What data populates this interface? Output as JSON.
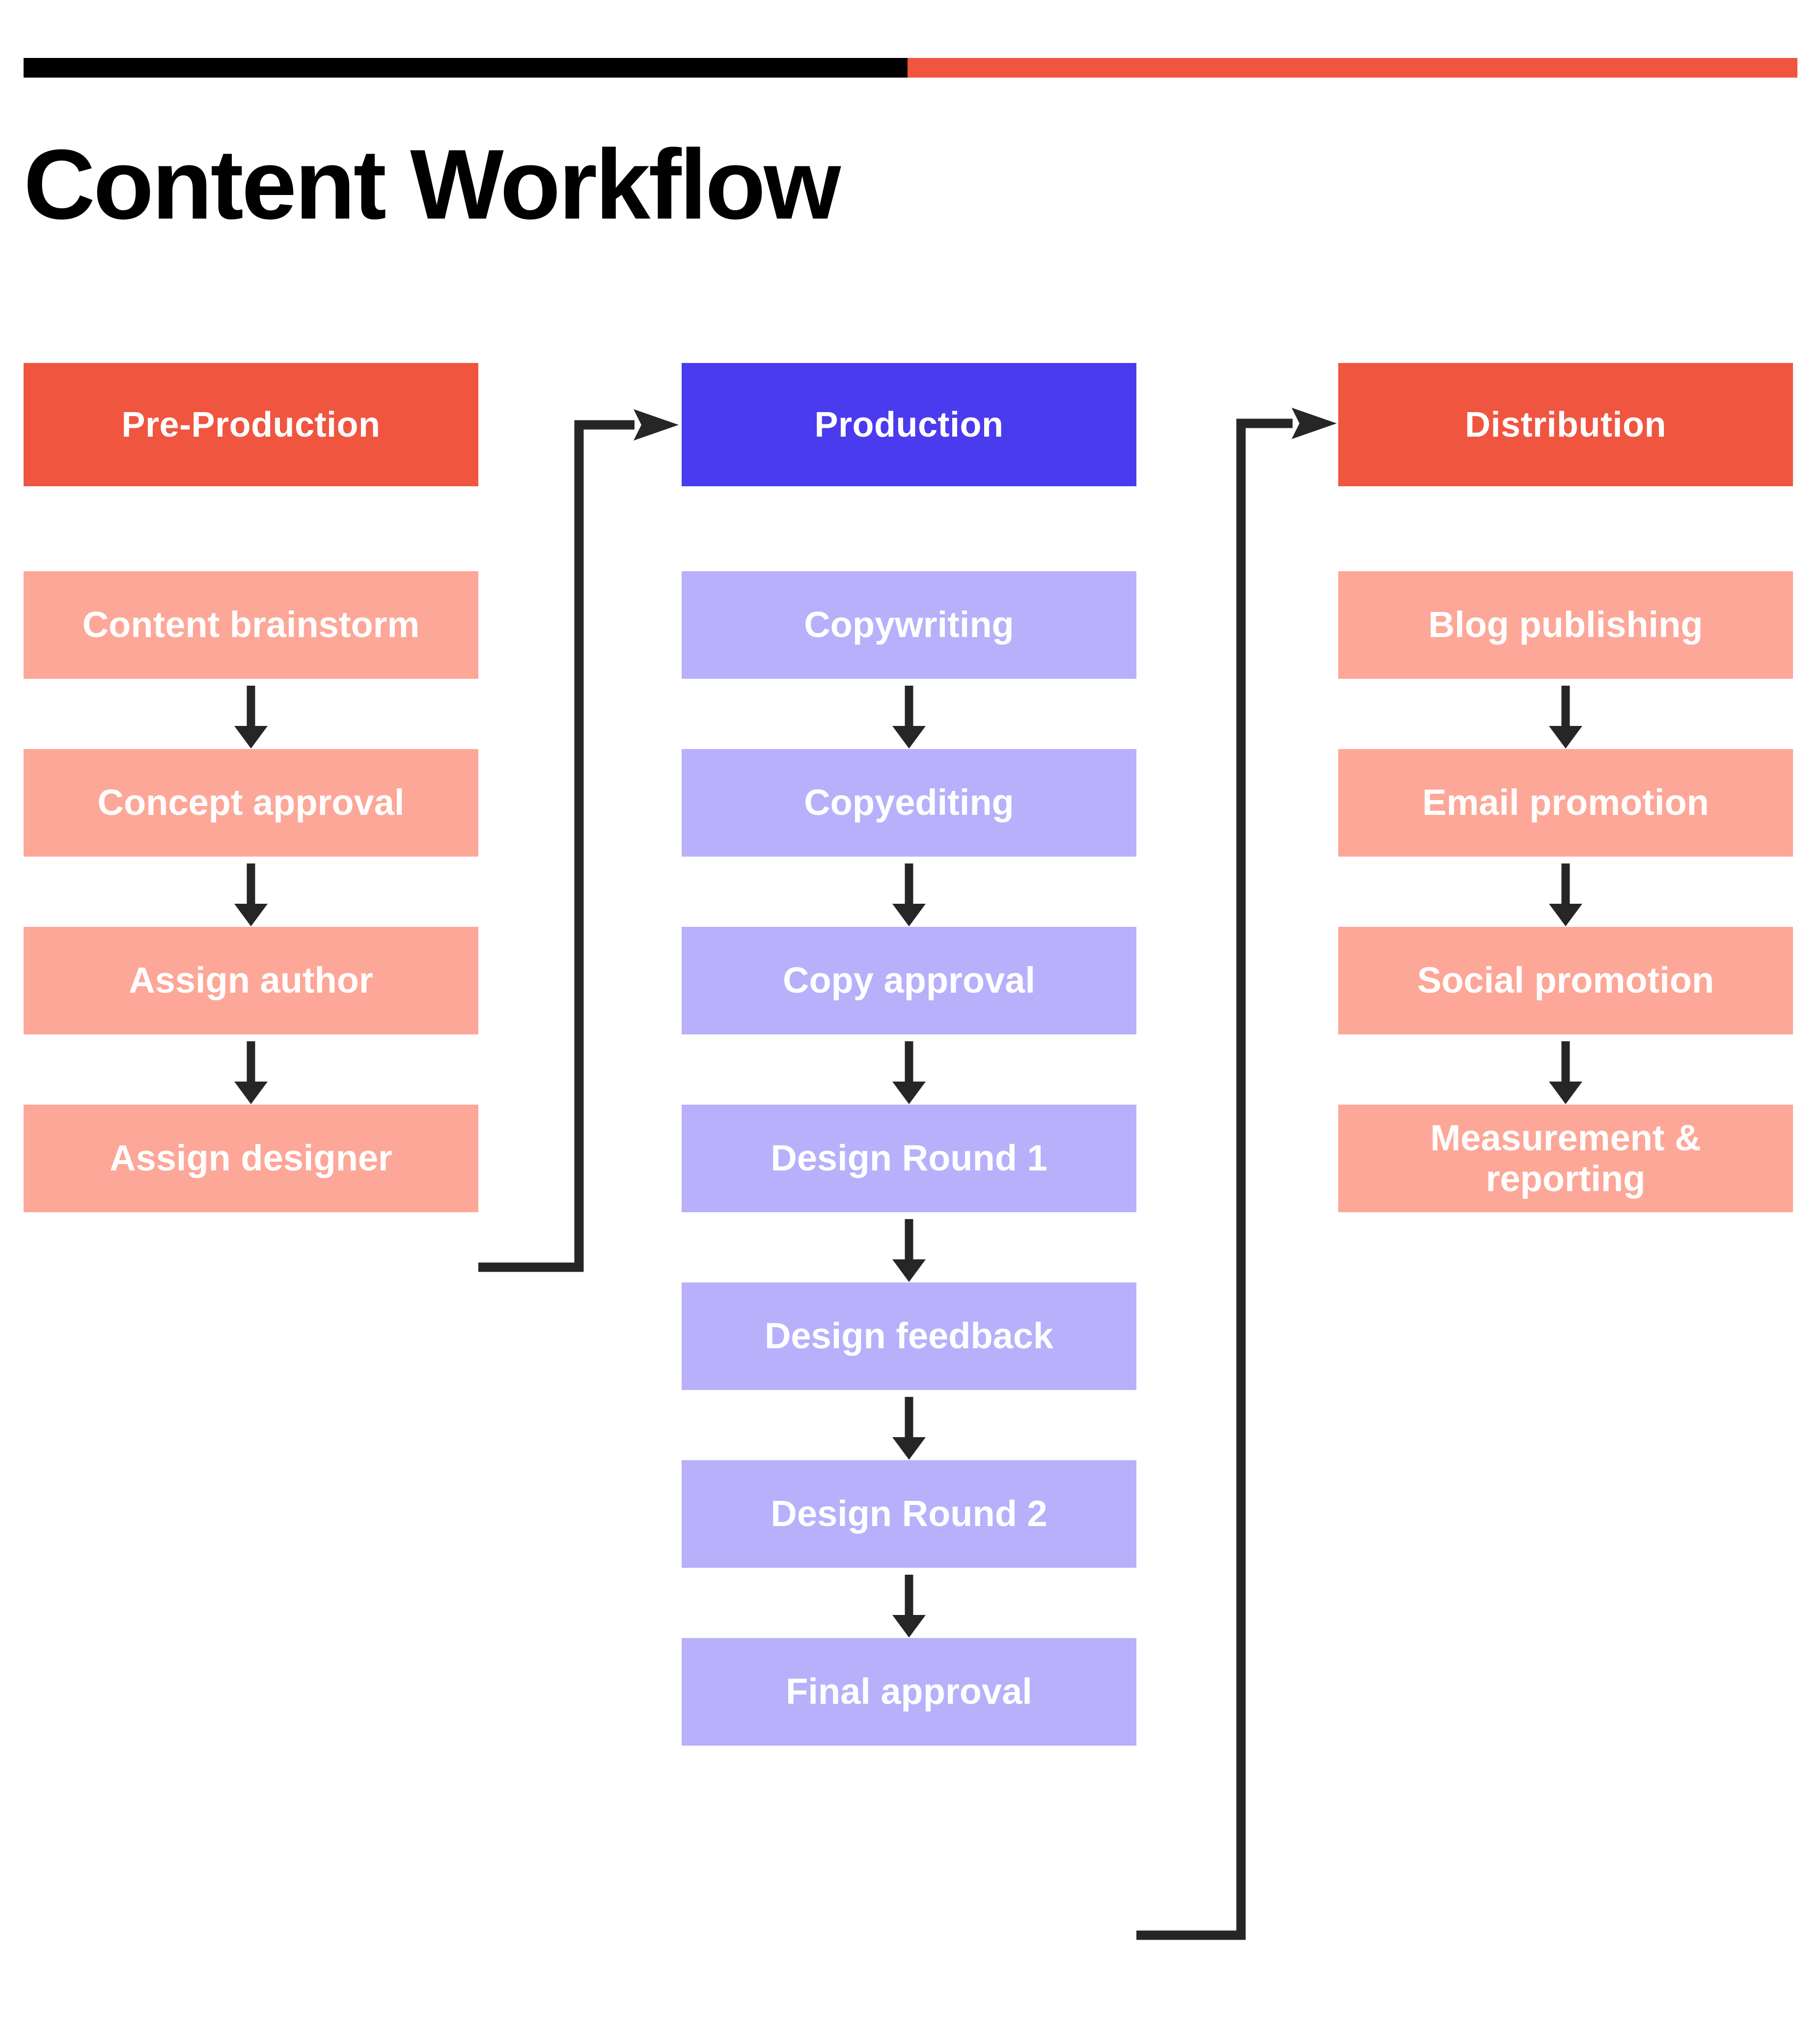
{
  "page": {
    "title": "Content Workflow",
    "background": "#ffffff"
  },
  "rule": {
    "black_color": "#000000",
    "accent_color": "#F05540"
  },
  "colors": {
    "accent_red": "#F05540",
    "accent_blue": "#4B3BEE",
    "step_salmon": "#FDA798",
    "step_periwinkle": "#B8B0FB",
    "arrow": "#262626",
    "text_on_fill": "#FFFFFF"
  },
  "columns": [
    {
      "id": "pre-production",
      "header": "Pre-Production",
      "header_color": "#F05540",
      "step_color": "#FDA798",
      "steps": [
        "Content brainstorm",
        "Concept approval",
        "Assign author",
        "Assign designer"
      ]
    },
    {
      "id": "production",
      "header": "Production",
      "header_color": "#4B3BEE",
      "step_color": "#B8B0FB",
      "steps": [
        "Copywriting",
        "Copyediting",
        "Copy approval",
        "Design Round 1",
        "Design feedback",
        "Design Round 2",
        "Final approval"
      ]
    },
    {
      "id": "distribution",
      "header": "Distribution",
      "header_color": "#F05540",
      "step_color": "#FDA798",
      "steps": [
        "Blog publishing",
        "Email promotion",
        "Social promotion",
        "Measurement & reporting"
      ]
    }
  ],
  "connectors": [
    {
      "id": "pre-to-production",
      "from": "Assign designer",
      "to": "Production",
      "kind": "elbow-arrow"
    },
    {
      "id": "production-to-distribution",
      "from": "Final approval",
      "to": "Distribution",
      "kind": "elbow-arrow"
    }
  ]
}
